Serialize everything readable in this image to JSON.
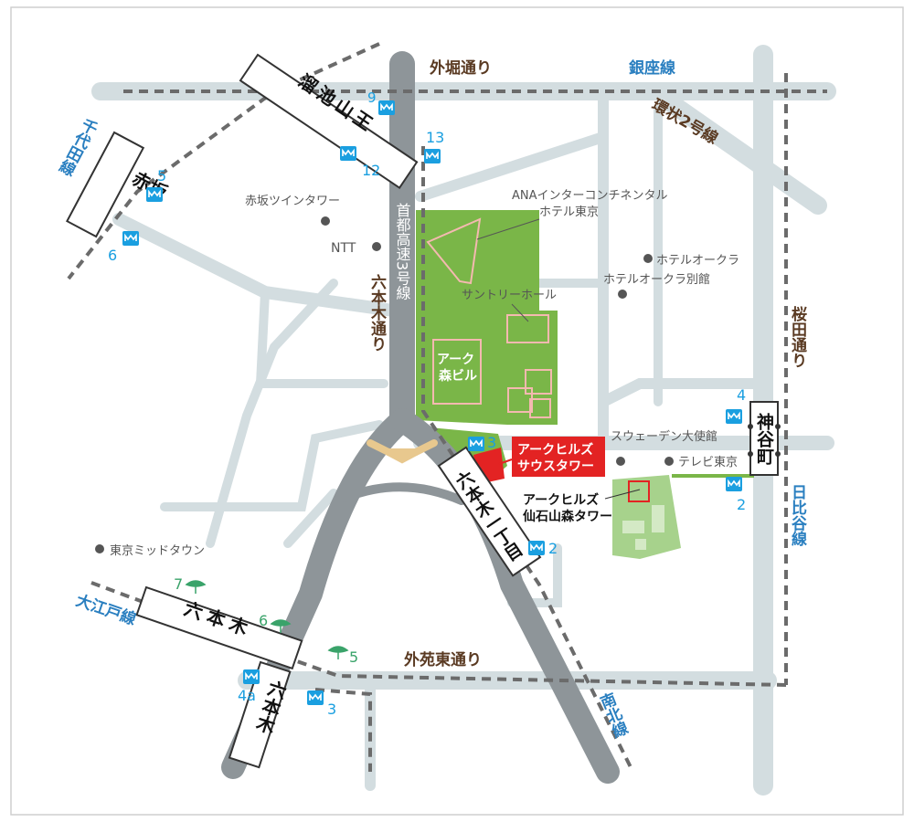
{
  "roads": {
    "sotobori": "外堀通り",
    "roppongi_dori": "六本木通り",
    "sakurada": "桜田通り",
    "gaien_higashi": "外苑東通り",
    "kanjo2": "環状2号線",
    "shuto3": "首都高速3号線"
  },
  "lines": {
    "ginza": "銀座線",
    "chiyoda": "千代田線",
    "oedo": "大江戸線",
    "hibiya": "日比谷線",
    "namboku": "南北線"
  },
  "stations": {
    "tameike": "溜池山王",
    "akasaka": "赤坂",
    "roppongi_oedo": "六本木",
    "roppongi_hibiya": "六本木",
    "roppongi_itchome": "六本木一丁目",
    "kamiyacho": "神谷町"
  },
  "exits": {
    "tameike_9": "9",
    "tameike_12": "12",
    "tameike_13": "13",
    "akasaka_5": "5",
    "akasaka_6": "6",
    "itchome_3": "3",
    "itchome_2": "2",
    "kamiyacho_4": "4",
    "kamiyacho_2": "2",
    "roppongi_7": "7",
    "roppongi_6": "6",
    "roppongi_5": "5",
    "roppongi_4a": "4a",
    "roppongi_3": "3"
  },
  "landmarks": {
    "akasaka_twin": "赤坂ツインタワー",
    "ntt": "NTT",
    "ana_1": "ANAインターコンチネンタル",
    "ana_2": "ホテル東京",
    "suntory": "サントリーホール",
    "ark_mori_1": "アーク",
    "ark_mori_2": "森ビル",
    "okura": "ホテルオークラ",
    "okura_annex": "ホテルオークラ別館",
    "sweden": "スウェーデン大使館",
    "tv_tokyo": "テレビ東京",
    "sengokuyama_1": "アークヒルズ",
    "sengokuyama_2": "仙石山森タワー",
    "midtown": "東京ミッドタウン",
    "south_tower_1": "アークヒルズ",
    "south_tower_2": "サウスタワー"
  },
  "colors": {
    "road": "#d3dde0",
    "highway": "#8e9599",
    "park": "#7ab648",
    "park_light": "#a7d28c",
    "target": "#e32323",
    "line_text": "#2a7fc0",
    "road_text": "#5a3a22",
    "exit_icon": "#1a9fe0"
  }
}
